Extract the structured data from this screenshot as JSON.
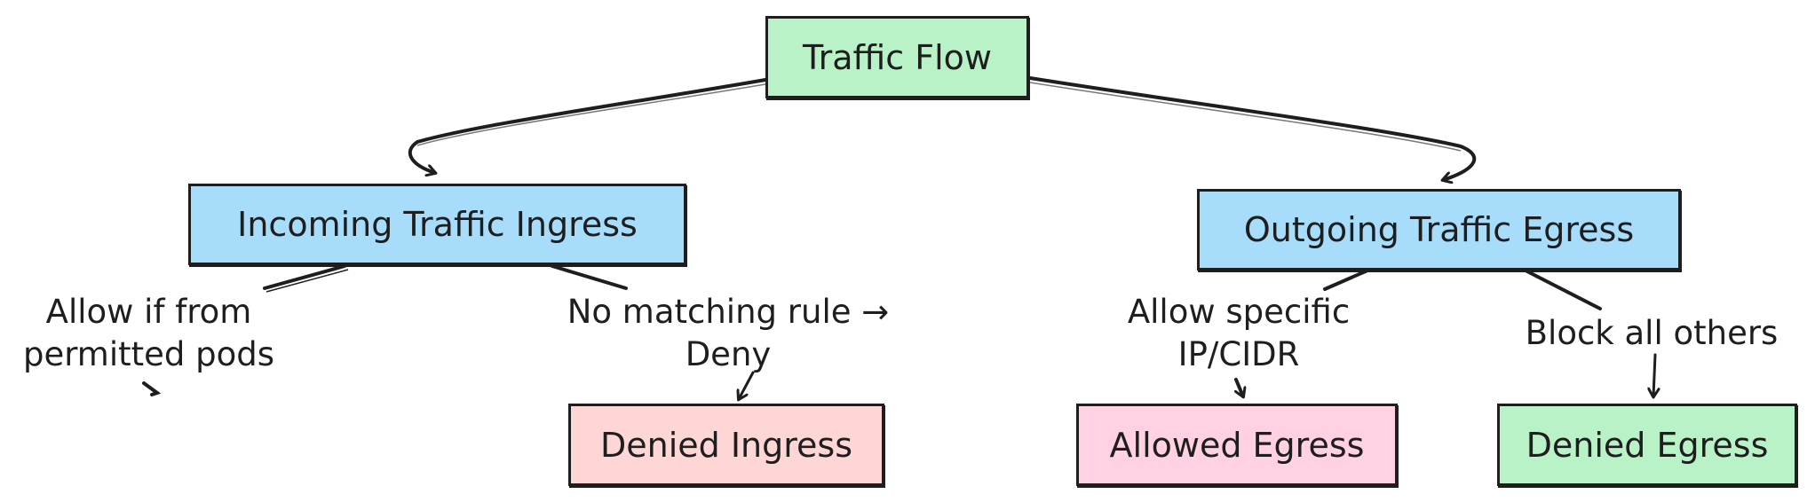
{
  "colors": {
    "stroke": "#1e1e1e",
    "green": "#b9f2c7",
    "blue": "#a7dcfb",
    "salmon": "#ffd6d6",
    "pink": "#ffd1e3"
  },
  "nodes": {
    "root": "Traffic Flow",
    "ingress": "Incoming Traffic Ingress",
    "egress": "Outgoing Traffic Egress",
    "denied_ingress": "Denied Ingress",
    "allowed_egress": "Allowed Egress",
    "denied_egress": "Denied Egress"
  },
  "edge_labels": {
    "allow_pods_line1": "Allow if from",
    "allow_pods_line2": "permitted pods",
    "no_match_line1": "No matching rule →",
    "no_match_line2": "Deny",
    "allow_ip_line1": "Allow specific",
    "allow_ip_line2": "IP/CIDR",
    "block_others": "Block all others"
  }
}
